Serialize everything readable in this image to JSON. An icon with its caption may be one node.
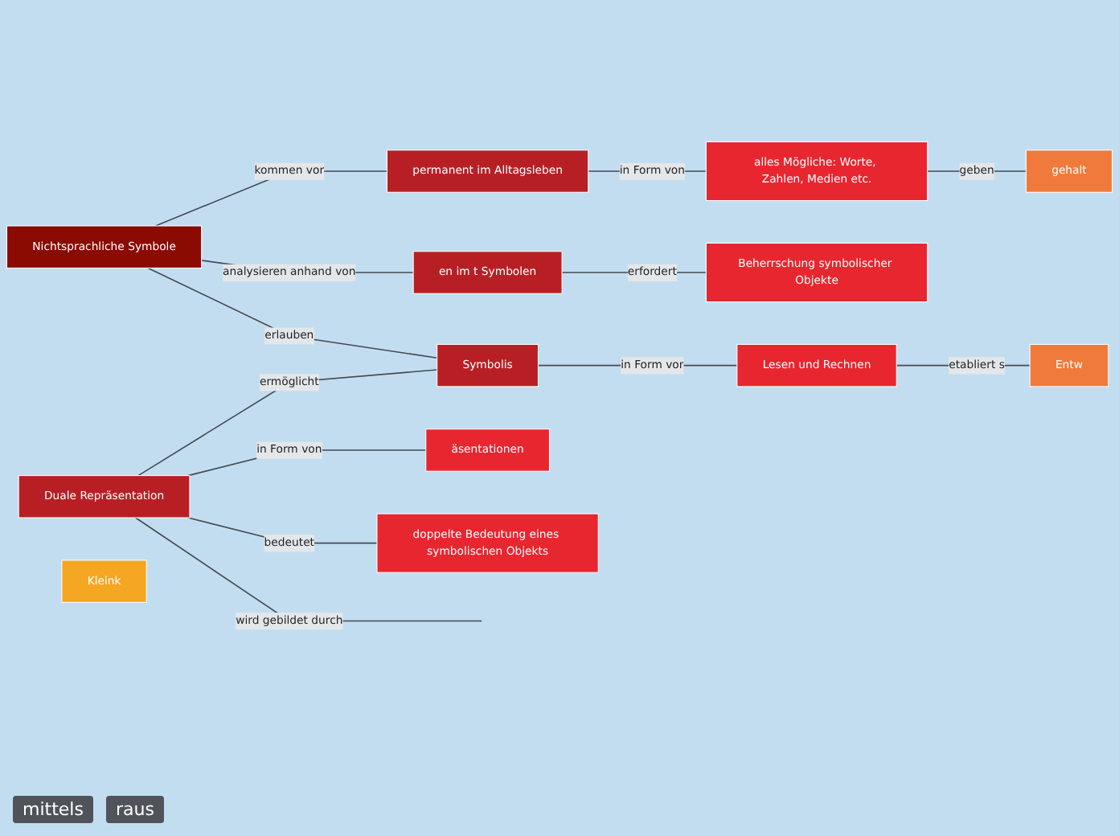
{
  "diagram": {
    "nodes": [
      {
        "text": [
          "Nichtsprachliche Symbole"
        ]
      },
      {
        "text": [
          "permanent im Alltagsleben"
        ]
      },
      {
        "text": [
          "alles Mögliche: Worte, Zahlen, Medien etc."
        ]
      },
      {
        "text": [
          "gehalt"
        ]
      },
      {
        "text": [
          "en im t Symbolen"
        ]
      },
      {
        "text": [
          "Beherrschung symbolischer Objekte"
        ]
      },
      {
        "text": [
          "äsentationen"
        ]
      },
      {
        "text": [
          "Duale Repräsentation"
        ]
      },
      {
        "text": [
          "doppelte Bedeutung eines symbolischen Objekts"
        ]
      },
      {
        "text": [
          "Symbolis"
        ]
      },
      {
        "text": [
          "Lesen und Rechnen"
        ]
      },
      {
        "text": [
          "Entw"
        ]
      },
      {
        "text": [
          "Kleink"
        ]
      }
    ],
    "edges": [
      {
        "from": 0,
        "to": 1,
        "label": "kommen vor",
        "arrow": "none"
      },
      {
        "from": 1,
        "to": 2,
        "label": "in Form von",
        "arrow": "none"
      },
      {
        "from": 2,
        "to": 3,
        "label": "geben",
        "arrow": "none"
      },
      {
        "from": 0,
        "to": 4,
        "label": "analysieren anhand von",
        "arrow": "none"
      },
      {
        "from": 4,
        "to": 5,
        "label": "erfordert",
        "arrow": "none"
      },
      {
        "from": 0,
        "to": 9,
        "label": "erlauben",
        "arrow": "none"
      },
      {
        "from": 7,
        "to": 9,
        "label": "ermöglicht",
        "arrow": "none"
      },
      {
        "from": 9,
        "to": 10,
        "label": "in Form vor",
        "arrow": "none"
      },
      {
        "from": 10,
        "to": 11,
        "label": "etabliert s",
        "arrow": "none"
      },
      {
        "from": 7,
        "to": 6,
        "label": "in Form von",
        "arrow": "none"
      },
      {
        "from": 7,
        "to": 8,
        "label": "bedeutet",
        "arrow": "none"
      },
      {
        "from": 7,
        "to": null,
        "label": "wird gebildet durch",
        "arrow": "none"
      }
    ],
    "labels": [
      "mittels",
      "raus"
    ]
  }
}
